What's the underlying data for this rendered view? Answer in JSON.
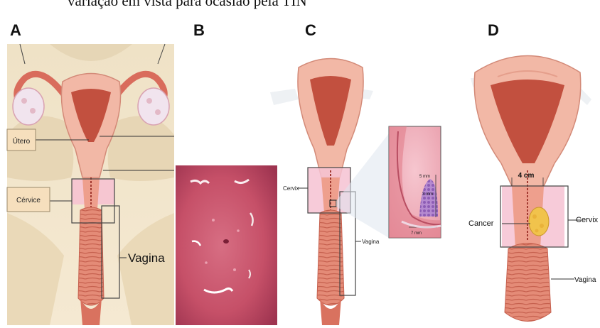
{
  "top_caption": "variação em vista para ocasião pela TIN",
  "panels": {
    "a": {
      "letter": "A",
      "label_utero": "Útero",
      "label_cervice": "Cérvice",
      "label_vagina": "Vagina"
    },
    "b": {
      "letter": "B"
    },
    "c": {
      "letter": "C",
      "label_cervix": "Cervix",
      "label_vagina": "Vagina",
      "zoom_depth_5": "5 mm",
      "zoom_depth_3": "3 mm",
      "zoom_width": "7 mm"
    },
    "d": {
      "letter": "D",
      "label_size": "4 cm",
      "label_cancer": "Cancer",
      "label_cervix": "Cervix",
      "label_vagina": "Vagina"
    }
  },
  "colors": {
    "tissue_light": "#f2b8a6",
    "tissue_mid": "#e58a78",
    "tissue_dark": "#b8463e",
    "cervix_band": "#f6c2d2",
    "bone": "#f1e6cf",
    "lesion": "#b68ad0",
    "cancer": "#f1c34c",
    "colposcopy": "#c9586e",
    "label_box": "#f6dfbd"
  }
}
